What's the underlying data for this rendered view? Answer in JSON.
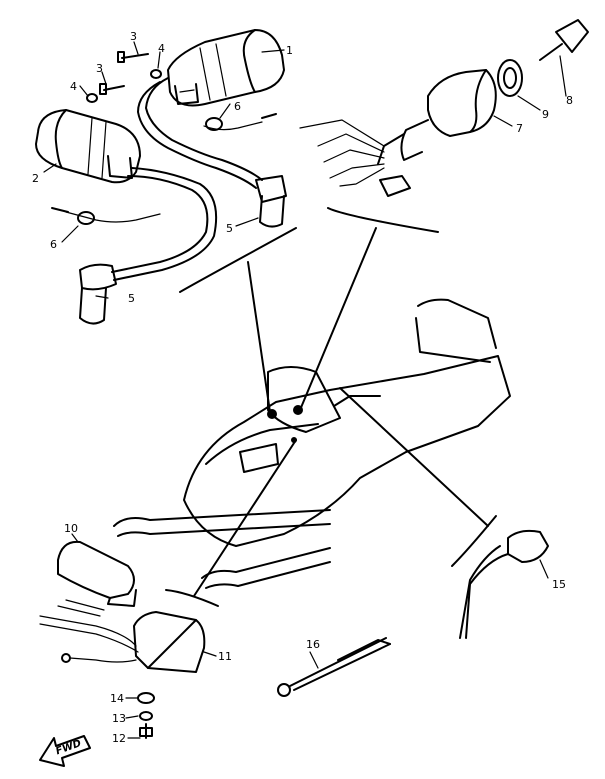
{
  "callouts": [
    {
      "id": "c1",
      "text": "1"
    },
    {
      "id": "c2",
      "text": "2"
    },
    {
      "id": "c3a",
      "text": "3"
    },
    {
      "id": "c3b",
      "text": "3"
    },
    {
      "id": "c4a",
      "text": "4"
    },
    {
      "id": "c4b",
      "text": "4"
    },
    {
      "id": "c5a",
      "text": "5"
    },
    {
      "id": "c5b",
      "text": "5"
    },
    {
      "id": "c6a",
      "text": "6"
    },
    {
      "id": "c6b",
      "text": "6"
    },
    {
      "id": "c7",
      "text": "7"
    },
    {
      "id": "c8",
      "text": "8"
    },
    {
      "id": "c9",
      "text": "9"
    },
    {
      "id": "c10",
      "text": "10"
    },
    {
      "id": "c11",
      "text": "11"
    },
    {
      "id": "c12",
      "text": "12"
    },
    {
      "id": "c13",
      "text": "13"
    },
    {
      "id": "c14",
      "text": "14"
    },
    {
      "id": "c15",
      "text": "15"
    },
    {
      "id": "c16",
      "text": "16"
    }
  ],
  "direction_arrow": {
    "label": "FWD"
  }
}
